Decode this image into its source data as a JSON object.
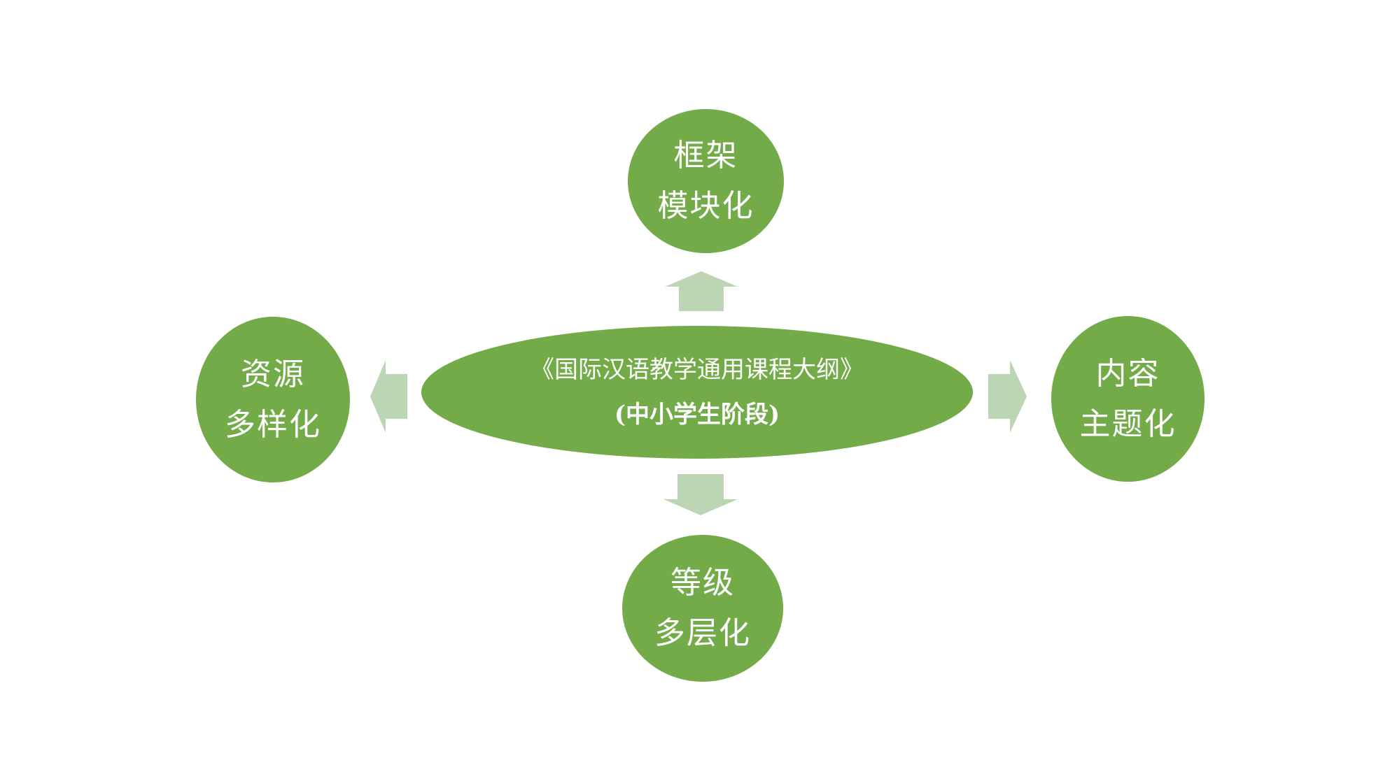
{
  "colors": {
    "node_fill": "#72ab48",
    "arrow_fill": "#bcd5b4",
    "text": "#ffffff",
    "background": "#ffffff"
  },
  "center": {
    "title": "《国际汉语教学通用课程大纲》",
    "subtitle": "(中小学生阶段)"
  },
  "nodes": {
    "top": {
      "line1": "框架",
      "line2": "模块化"
    },
    "right": {
      "line1": "内容",
      "line2": "主题化"
    },
    "bottom": {
      "line1": "等级",
      "line2": "多层化"
    },
    "left": {
      "line1": "资源",
      "line2": "多样化"
    }
  },
  "arrows": {
    "up": "arrow-up-icon",
    "down": "arrow-down-icon",
    "left": "arrow-left-icon",
    "right": "arrow-right-icon"
  }
}
